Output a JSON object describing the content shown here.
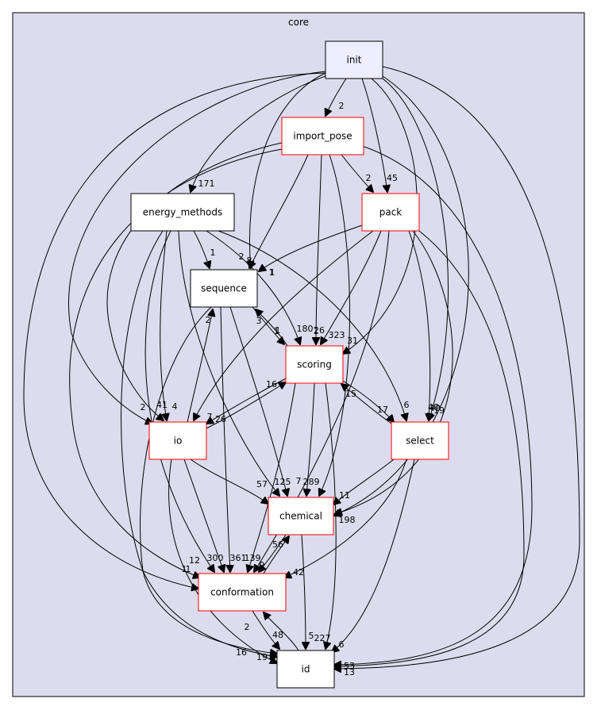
{
  "cluster": {
    "label": "core"
  },
  "colors": {
    "cluster_fill": "#dcdcee",
    "cluster_stroke": "#000000",
    "node_fill": "#ffffff",
    "node_top_fill": "#eeeeff",
    "node_stroke_default": "#000000",
    "node_stroke_highlight": "#ff0000",
    "edge": "#000000"
  },
  "nodes": [
    {
      "id": "init",
      "label": "init",
      "style": "top"
    },
    {
      "id": "import_pose",
      "label": "import_pose",
      "style": "red"
    },
    {
      "id": "energy_methods",
      "label": "energy_methods",
      "style": "black"
    },
    {
      "id": "pack",
      "label": "pack",
      "style": "red"
    },
    {
      "id": "sequence",
      "label": "sequence",
      "style": "black"
    },
    {
      "id": "scoring",
      "label": "scoring",
      "style": "red"
    },
    {
      "id": "io",
      "label": "io",
      "style": "red"
    },
    {
      "id": "select",
      "label": "select",
      "style": "red"
    },
    {
      "id": "chemical",
      "label": "chemical",
      "style": "red"
    },
    {
      "id": "conformation",
      "label": "conformation",
      "style": "red"
    },
    {
      "id": "id",
      "label": "id",
      "style": "black"
    }
  ],
  "edges": [
    {
      "from": "init",
      "to": "import_pose",
      "label": "2"
    },
    {
      "from": "init",
      "to": "energy_methods",
      "label": "171"
    },
    {
      "from": "init",
      "to": "pack",
      "label": "45"
    },
    {
      "from": "init",
      "to": "sequence",
      "label": "2"
    },
    {
      "from": "init",
      "to": "scoring",
      "label": ""
    },
    {
      "from": "init",
      "to": "io",
      "label": "41"
    },
    {
      "from": "init",
      "to": "select",
      "label": "19"
    },
    {
      "from": "init",
      "to": "chemical",
      "label": ""
    },
    {
      "from": "init",
      "to": "conformation",
      "label": "1"
    },
    {
      "from": "init",
      "to": "id",
      "label": "13"
    },
    {
      "from": "import_pose",
      "to": "pack",
      "label": "2"
    },
    {
      "from": "import_pose",
      "to": "sequence",
      "label": "8"
    },
    {
      "from": "import_pose",
      "to": "scoring",
      "label": "26"
    },
    {
      "from": "import_pose",
      "to": "io",
      "label": "4"
    },
    {
      "from": "import_pose",
      "to": "chemical",
      "label": ""
    },
    {
      "from": "import_pose",
      "to": "conformation",
      "label": "12"
    },
    {
      "from": "import_pose",
      "to": "id",
      "label": "53"
    },
    {
      "from": "energy_methods",
      "to": "sequence",
      "label": "1"
    },
    {
      "from": "energy_methods",
      "to": "scoring",
      "label": "180"
    },
    {
      "from": "energy_methods",
      "to": "io",
      "label": ""
    },
    {
      "from": "energy_methods",
      "to": "select",
      "label": "6"
    },
    {
      "from": "energy_methods",
      "to": "chemical",
      "label": "125"
    },
    {
      "from": "energy_methods",
      "to": "conformation",
      "label": "300"
    },
    {
      "from": "energy_methods",
      "to": "id",
      "label": "19"
    },
    {
      "from": "pack",
      "to": "sequence",
      "label": "1"
    },
    {
      "from": "pack",
      "to": "scoring",
      "label": "323"
    },
    {
      "from": "pack",
      "to": "io",
      "label": "7"
    },
    {
      "from": "pack",
      "to": "select",
      "label": "40"
    },
    {
      "from": "pack",
      "to": "chemical",
      "label": "11"
    },
    {
      "from": "pack",
      "to": "conformation",
      "label": "361"
    },
    {
      "from": "pack",
      "to": "id",
      "label": "8"
    },
    {
      "from": "sequence",
      "to": "scoring",
      "label": "1"
    },
    {
      "from": "sequence",
      "to": "chemical",
      "label": "7"
    },
    {
      "from": "sequence",
      "to": "conformation",
      "label": ""
    },
    {
      "from": "sequence",
      "to": "id",
      "label": "16"
    },
    {
      "from": "scoring",
      "to": "sequence",
      "label": "3"
    },
    {
      "from": "scoring",
      "to": "io",
      "label": "26"
    },
    {
      "from": "scoring",
      "to": "select",
      "label": "15"
    },
    {
      "from": "scoring",
      "to": "chemical",
      "label": "289"
    },
    {
      "from": "scoring",
      "to": "conformation",
      "label": "139"
    },
    {
      "from": "scoring",
      "to": "id",
      "label": "227"
    },
    {
      "from": "io",
      "to": "sequence",
      "label": "2"
    },
    {
      "from": "io",
      "to": "scoring",
      "label": "16"
    },
    {
      "from": "io",
      "to": "chemical",
      "label": "57"
    },
    {
      "from": "io",
      "to": "conformation",
      "label": ""
    },
    {
      "from": "io",
      "to": "id",
      "label": ""
    },
    {
      "from": "select",
      "to": "scoring",
      "label": "17"
    },
    {
      "from": "select",
      "to": "chemical",
      "label": ""
    },
    {
      "from": "select",
      "to": "conformation",
      "label": "42"
    },
    {
      "from": "select",
      "to": "id",
      "label": "6"
    },
    {
      "from": "chemical",
      "to": "conformation",
      "label": "9"
    },
    {
      "from": "chemical",
      "to": "id",
      "label": "5"
    },
    {
      "from": "conformation",
      "to": "chemical",
      "label": "56"
    },
    {
      "from": "conformation",
      "to": "id",
      "label": "48"
    },
    {
      "from": "id",
      "to": "conformation",
      "label": "2"
    }
  ],
  "extra_labels": [
    "2",
    "31",
    "1",
    "40",
    "198",
    "1",
    "1",
    "1"
  ]
}
